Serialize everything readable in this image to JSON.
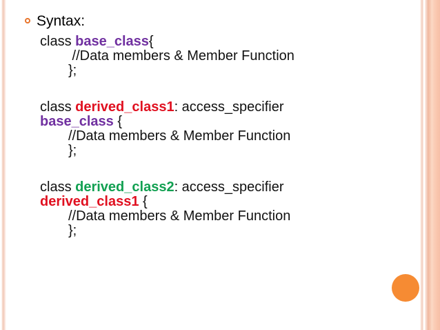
{
  "slide": {
    "bullet": {
      "icon": "circle-outline-bullet",
      "label": "Syntax:"
    },
    "decor": {
      "orange_dot_color": "#f68b33",
      "left_stripe_color": "#f2c9b8",
      "right_band_color": "#f6bfa6"
    },
    "colors": {
      "base_class": "#7030a0",
      "derived_class1": "#e01020",
      "derived_class2": "#11a051",
      "plain_text": "#111111",
      "bullet_ring": "#e8742b"
    },
    "code_blocks": [
      {
        "name": "base-class-block",
        "lines": [
          {
            "name": "base-class-declaration",
            "segments": [
              {
                "text": "class ",
                "style": "plain"
              },
              {
                "text": "base_class",
                "style": "purple"
              },
              {
                "text": "{",
                "style": "plain"
              }
            ]
          },
          {
            "name": "base-class-comment",
            "indent": true,
            "segments": [
              {
                "text": " //Data members & Member Function",
                "style": "plain"
              }
            ]
          },
          {
            "name": "base-class-close",
            "indent": true,
            "segments": [
              {
                "text": "};",
                "style": "plain"
              }
            ]
          }
        ]
      },
      {
        "name": "derived-class1-block",
        "lines": [
          {
            "name": "derived-class1-declaration",
            "segments": [
              {
                "text": "class ",
                "style": "plain"
              },
              {
                "text": "derived_class1",
                "style": "red"
              },
              {
                "text": ": access_specifier",
                "style": "plain"
              }
            ]
          },
          {
            "name": "derived-class1-base",
            "segments": [
              {
                "text": "base_class",
                "style": "purple"
              },
              {
                "text": " {",
                "style": "plain"
              }
            ]
          },
          {
            "name": "derived-class1-comment",
            "indent": true,
            "segments": [
              {
                "text": "//Data members & Member Function",
                "style": "plain"
              }
            ]
          },
          {
            "name": "derived-class1-close",
            "indent": true,
            "segments": [
              {
                "text": "};",
                "style": "plain"
              }
            ]
          }
        ]
      },
      {
        "name": "derived-class2-block",
        "lines": [
          {
            "name": "derived-class2-declaration",
            "segments": [
              {
                "text": "class ",
                "style": "plain"
              },
              {
                "text": "derived_class2",
                "style": "green"
              },
              {
                "text": ": access_specifier",
                "style": "plain"
              }
            ]
          },
          {
            "name": "derived-class2-base",
            "segments": [
              {
                "text": "derived_class1",
                "style": "red"
              },
              {
                "text": " {",
                "style": "plain"
              }
            ]
          },
          {
            "name": "derived-class2-comment",
            "indent": true,
            "segments": [
              {
                "text": "//Data members & Member Function",
                "style": "plain"
              }
            ]
          },
          {
            "name": "derived-class2-close",
            "indent": true,
            "segments": [
              {
                "text": "};",
                "style": "plain"
              }
            ]
          }
        ]
      }
    ]
  }
}
